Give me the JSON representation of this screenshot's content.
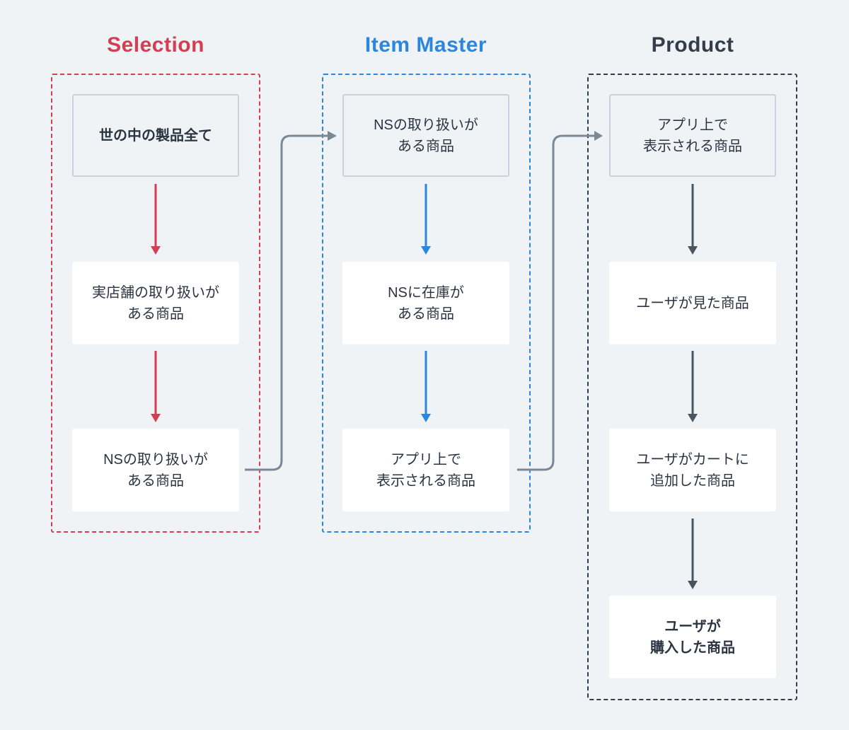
{
  "colors": {
    "background": "#eff3f6",
    "selection": "#d43d52",
    "item_master": "#2c86db",
    "product": "#333d49",
    "connector": "#7b8794"
  },
  "columns": [
    {
      "title": "Selection",
      "cards": [
        {
          "lines": [
            "世の中の製品全て"
          ]
        },
        {
          "lines": [
            "実店舗の取り扱いが",
            "ある商品"
          ]
        },
        {
          "lines": [
            "NSの取り扱いが",
            "ある商品"
          ]
        }
      ]
    },
    {
      "title": "Item Master",
      "cards": [
        {
          "lines": [
            "NSの取り扱いが",
            "ある商品"
          ]
        },
        {
          "lines": [
            "NSに在庫が",
            "ある商品"
          ]
        },
        {
          "lines": [
            "アプリ上で",
            "表示される商品"
          ]
        }
      ]
    },
    {
      "title": "Product",
      "cards": [
        {
          "lines": [
            "アプリ上で",
            "表示される商品"
          ]
        },
        {
          "lines": [
            "ユーザが見た商品"
          ]
        },
        {
          "lines": [
            "ユーザがカートに",
            "追加した商品"
          ]
        },
        {
          "lines": [
            "ユーザが",
            "購入した商品"
          ]
        }
      ]
    }
  ]
}
